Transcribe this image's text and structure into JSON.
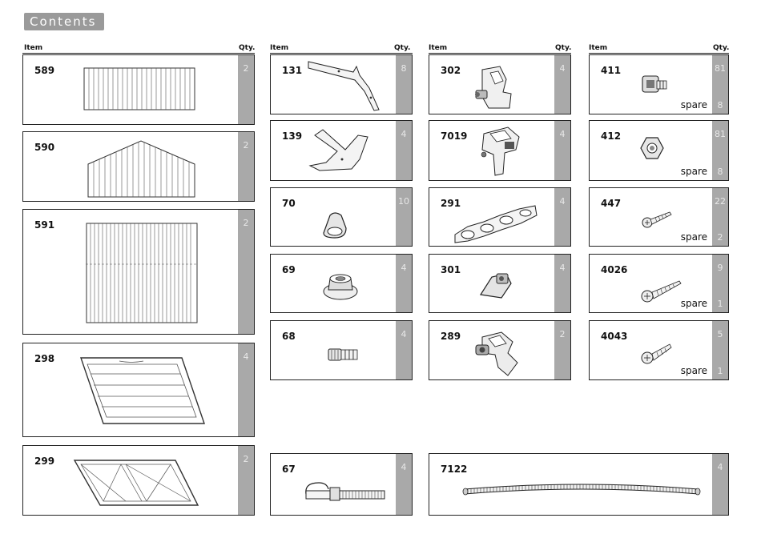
{
  "title": "Contents",
  "headers": {
    "item": "Item",
    "qty": "Qty."
  },
  "spare_label": "spare",
  "items": {
    "i589": {
      "num": "589",
      "qty": "2"
    },
    "i590": {
      "num": "590",
      "qty": "2"
    },
    "i591": {
      "num": "591",
      "qty": "2"
    },
    "i298": {
      "num": "298",
      "qty": "4"
    },
    "i299": {
      "num": "299",
      "qty": "2"
    },
    "i131": {
      "num": "131",
      "qty": "8"
    },
    "i139": {
      "num": "139",
      "qty": "4"
    },
    "i70": {
      "num": "70",
      "qty": "10"
    },
    "i69": {
      "num": "69",
      "qty": "4"
    },
    "i68": {
      "num": "68",
      "qty": "4"
    },
    "i67": {
      "num": "67",
      "qty": "4"
    },
    "i302": {
      "num": "302",
      "qty": "4"
    },
    "i7019": {
      "num": "7019",
      "qty": "4"
    },
    "i291": {
      "num": "291",
      "qty": "4"
    },
    "i301": {
      "num": "301",
      "qty": "4"
    },
    "i289": {
      "num": "289",
      "qty": "2"
    },
    "i7122": {
      "num": "7122",
      "qty": "4"
    },
    "i411": {
      "num": "411",
      "qty": "81",
      "spare": "8"
    },
    "i412": {
      "num": "412",
      "qty": "81",
      "spare": "8"
    },
    "i447": {
      "num": "447",
      "qty": "22",
      "spare": "2"
    },
    "i4026": {
      "num": "4026",
      "qty": "9",
      "spare": "1"
    },
    "i4043": {
      "num": "4043",
      "qty": "5",
      "spare": "1"
    }
  }
}
